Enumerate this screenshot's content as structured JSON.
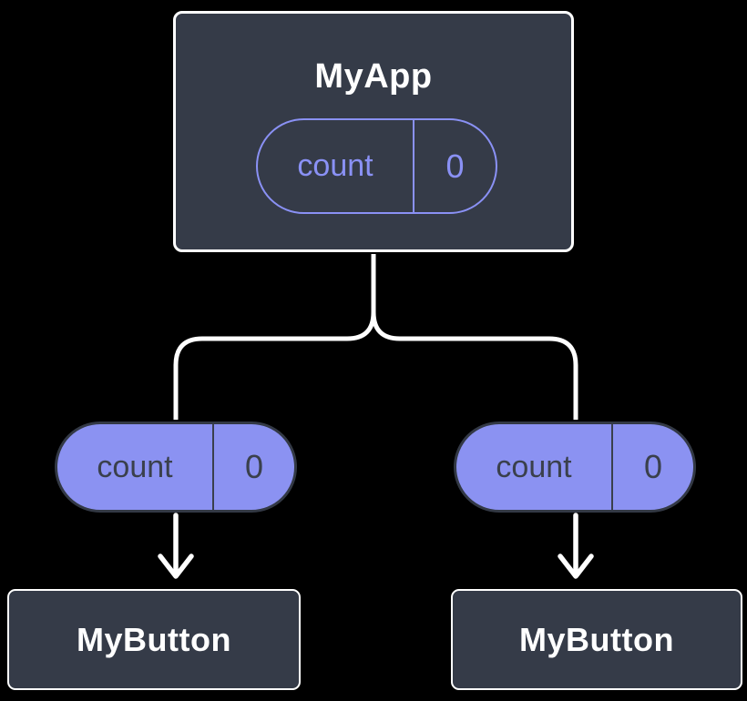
{
  "diagram": {
    "description": "Component tree diagram: parent component holding state passed as props to two child components",
    "colors": {
      "background": "#000000",
      "node_fill": "#353B48",
      "node_border": "#FFFFFF",
      "pill_fill_purple": "#8B92F2",
      "pill_outline_purple": "#8A91F5",
      "pill_text_dark": "#3A404C",
      "connector_line": "#FFFFFF",
      "title_text": "#FFFFFF"
    },
    "root": {
      "label": "MyApp",
      "state": {
        "name": "count",
        "value": "0"
      }
    },
    "props": [
      {
        "name": "count",
        "value": "0"
      },
      {
        "name": "count",
        "value": "0"
      }
    ],
    "children": [
      {
        "label": "MyButton"
      },
      {
        "label": "MyButton"
      }
    ]
  }
}
